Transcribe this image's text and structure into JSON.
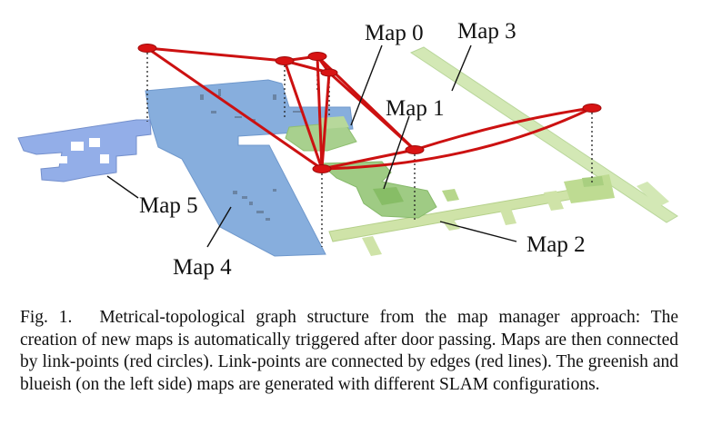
{
  "figure": {
    "labels": {
      "map0": "Map 0",
      "map1": "Map 1",
      "map2": "Map 2",
      "map3": "Map 3",
      "map4": "Map 4",
      "map5": "Map 5"
    },
    "colors": {
      "link_point": "#d81313",
      "edge": "#cc1111",
      "blueish_map": "#87aedd",
      "blueish_map_left": "#93aee8",
      "greenish_map": "#a8d08e",
      "greenish_map_light": "#d3e8b5"
    }
  },
  "caption": {
    "label": "Fig. 1.",
    "text": "Metrical-topological graph structure from the map manager approach: The creation of new maps is automatically triggered after door passing. Maps are then connected by link-points (red circles). Link-points are connected by edges (red lines). The greenish and blueish (on the left side) maps are generated with different SLAM configurations."
  }
}
